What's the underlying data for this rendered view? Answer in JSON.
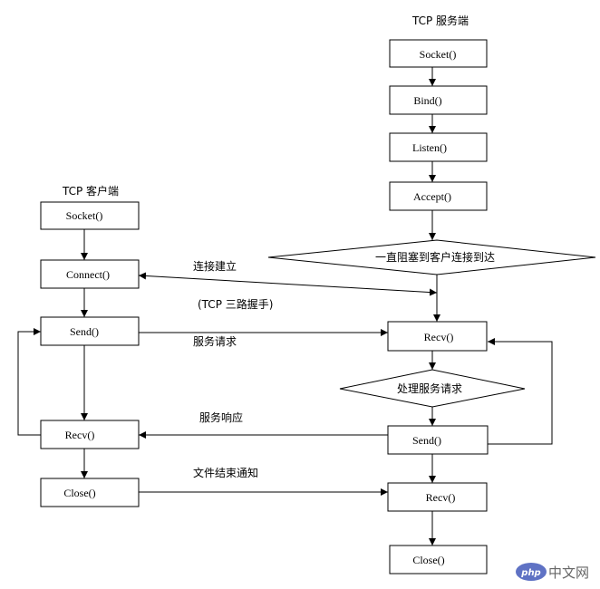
{
  "server": {
    "title": "TCP 服务端",
    "nodes": {
      "socket": "Socket()",
      "bind": "Bind()",
      "listen": "Listen()",
      "accept": "Accept()",
      "block": "一直阻塞到客户连接到达",
      "recv1": "Recv()",
      "process": "处理服务请求",
      "send": "Send()",
      "recv2": "Recv()",
      "close": "Close()"
    }
  },
  "client": {
    "title": "TCP 客户端",
    "nodes": {
      "socket": "Socket()",
      "connect": "Connect()",
      "send": "Send()",
      "recv": "Recv()",
      "close": "Close()"
    }
  },
  "edge_labels": {
    "establish": "连接建立",
    "handshake": "(TCP 三路握手)",
    "request": "服务请求",
    "response": "服务响应",
    "end_notify": "文件结束通知"
  },
  "watermark": {
    "badge": "php",
    "text": "中文网",
    "color": "#5f72c4"
  }
}
